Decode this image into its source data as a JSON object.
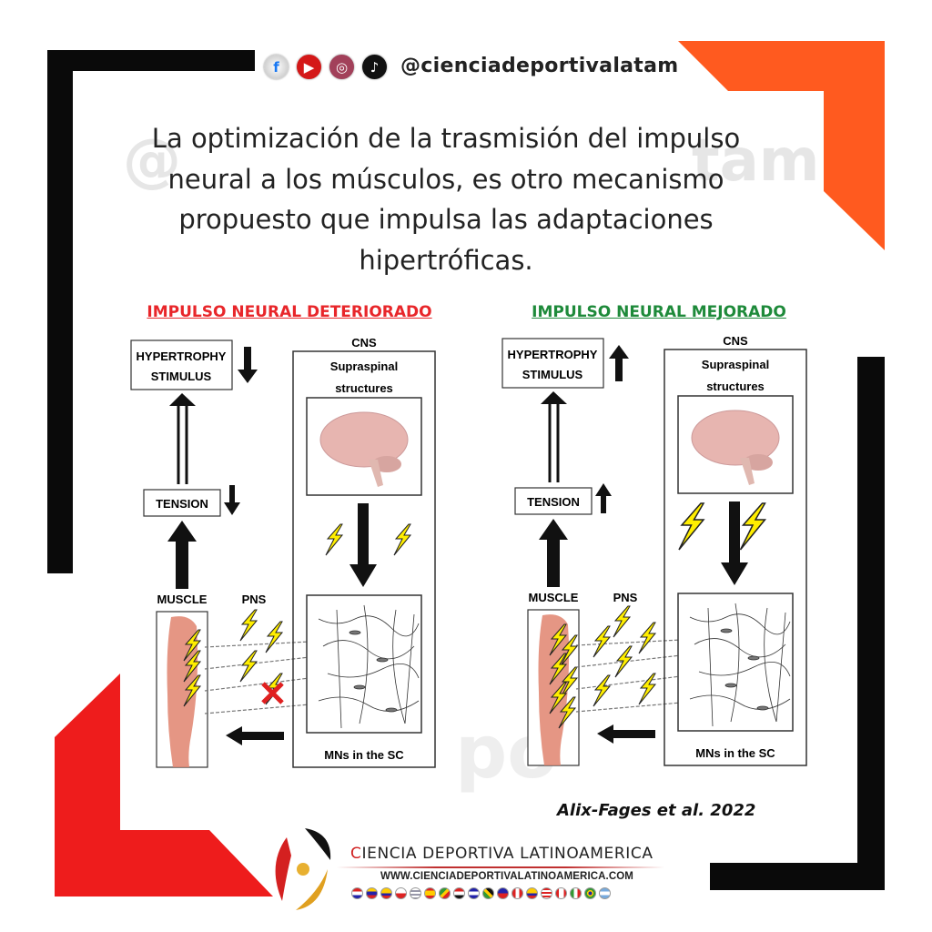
{
  "header": {
    "social_icons": [
      "facebook-icon",
      "youtube-icon",
      "instagram-icon",
      "tiktok-icon"
    ],
    "handle": "@cienciadeportivalatam"
  },
  "headline": "La optimización de la trasmisión del impulso neural a los músculos, es otro mecanismo propuesto que impulsa las adaptaciones hipertróficas.",
  "watermark": {
    "left": "@",
    "right": "tam",
    "mid": "po"
  },
  "panels": [
    {
      "title": "IMPULSO NEURAL DETERIORADO",
      "title_color": "#e8262a",
      "trend": "down",
      "hypertrophy_line1": "HYPERTROPHY",
      "hypertrophy_line2": "STIMULUS",
      "tension": "TENSION",
      "muscle": "MUSCLE",
      "pns": "PNS",
      "cns": "CNS",
      "supraspinal_line1": "Supraspinal",
      "supraspinal_line2": "structures",
      "mns": "MNs in the SC"
    },
    {
      "title": "IMPULSO NEURAL MEJORADO",
      "title_color": "#1e8a3a",
      "trend": "up",
      "hypertrophy_line1": "HYPERTROPHY",
      "hypertrophy_line2": "STIMULUS",
      "tension": "TENSION",
      "muscle": "MUSCLE",
      "pns": "PNS",
      "cns": "CNS",
      "supraspinal_line1": "Supraspinal",
      "supraspinal_line2": "structures",
      "mns": "MNs in the SC"
    }
  ],
  "citation": "Alix-Fages et al. 2022",
  "footer": {
    "brand_first": "C",
    "brand_rest": "IENCIA DEPORTIVA LATINOAMERICA",
    "url": "WWW.CIENCIADEPORTIVALATINOAMERICA.COM"
  },
  "colors": {
    "orange": "#ff5a1f",
    "red": "#ee1c1c",
    "black": "#0a0a0a",
    "bolt": "#ffee00"
  }
}
